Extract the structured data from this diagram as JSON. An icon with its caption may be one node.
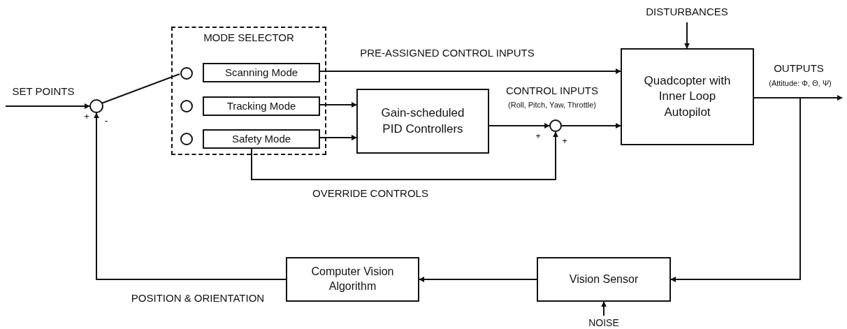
{
  "diagram": {
    "nodes": [
      {
        "text": [],
        "shape": "circle"
      },
      {
        "text": [
          "MODE SELECTOR"
        ]
      },
      {
        "text": [],
        "shape": "circle",
        "in": 1
      },
      {
        "text": [
          "Scanning Mode"
        ],
        "in": 1
      },
      {
        "text": [],
        "shape": "circle",
        "in": 1
      },
      {
        "text": [
          "Tracking Mode"
        ],
        "in": 1
      },
      {
        "text": [],
        "shape": "circle",
        "in": 1
      },
      {
        "text": [
          "Safety Mode"
        ],
        "in": 1
      },
      {
        "text": [
          "Gain-scheduled PID Controllers"
        ]
      },
      {
        "text": [],
        "shape": "circle"
      },
      {
        "text": [
          "Quadcopter with Inner Loop Autopilot"
        ]
      },
      {
        "text": [
          "Vision Sensor"
        ]
      },
      {
        "text": [
          "Computer Vision Algorithm"
        ]
      }
    ],
    "edges": [
      {
        "from": null,
        "to": 0,
        "arrow": "to",
        "label": "SET POINTS"
      },
      {
        "from": 0,
        "to": 2,
        "arrow": "none"
      },
      {
        "from": 3,
        "to": 10,
        "arrow": "to",
        "label": "PRE-ASSIGNED CONTROL INPUTS"
      },
      {
        "from": 5,
        "to": 8,
        "arrow": "to"
      },
      {
        "from": 7,
        "to": 8,
        "arrow": "to"
      },
      {
        "from": 8,
        "to": 9,
        "arrow": "to",
        "label": "CONTROL INPUTS"
      },
      {
        "from": 9,
        "to": 10,
        "arrow": "to"
      },
      {
        "from": 7,
        "to": 9,
        "arrow": "to",
        "label": "OVERRIDE CONTROLS"
      },
      {
        "from": null,
        "to": 10,
        "arrow": "to",
        "label": "DISTURBANCES"
      },
      {
        "from": 10,
        "to": null,
        "arrow": "to",
        "label": "OUTPUTS"
      },
      {
        "from": 10,
        "to": 11,
        "arrow": "to"
      },
      {
        "from": null,
        "to": 11,
        "arrow": "to",
        "label": "NOISE"
      },
      {
        "from": 11,
        "to": 12,
        "arrow": "to"
      },
      {
        "from": 12,
        "to": 0,
        "arrow": "to",
        "label": "POSITION & ORIENTATION"
      }
    ],
    "labels": [
      "+",
      "-",
      "(Roll, Pitch, Yaw, Throttle)",
      "+",
      "+",
      "(Attitude: Φ, Θ, Ψ)"
    ]
  }
}
